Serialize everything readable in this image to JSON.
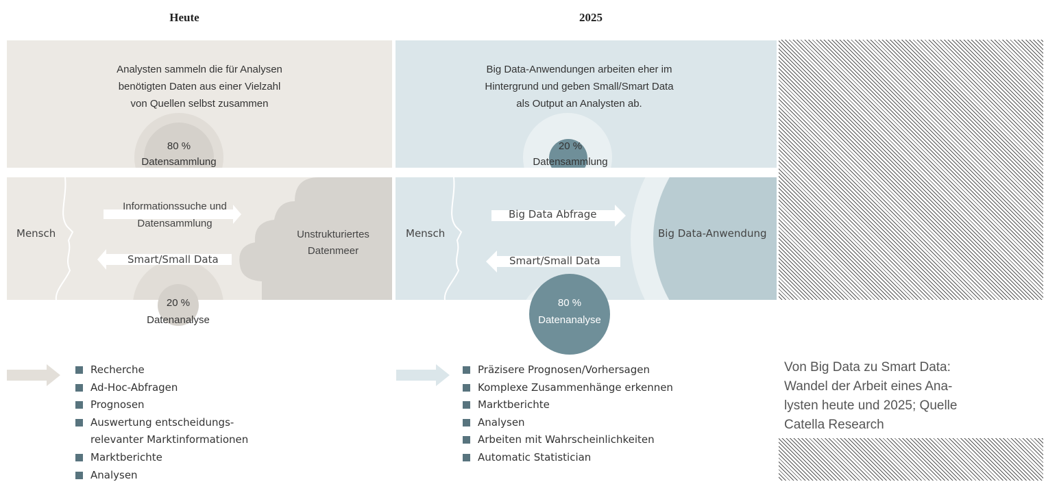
{
  "columns": {
    "left": {
      "title": "Heute",
      "top_text": [
        "Analysten sammeln die für Analysen",
        "benötigten Daten aus einer Vielzahl",
        "von Quellen selbst zusammen"
      ],
      "top_circle": {
        "value": "80 %",
        "label": "Datensammlung"
      },
      "mensch": "Mensch",
      "arrow_right_label": [
        "Informationssuche und",
        "Datensammlung"
      ],
      "arrow_left_label": "Smart/Small Data",
      "target": [
        "Unstrukturiertes",
        "Datenmeer"
      ],
      "bottom_circle": {
        "value": "20 %",
        "label": "Datenanalyse"
      },
      "tasks": [
        "Recherche",
        "Ad-Hoc-Abfragen",
        "Prognosen",
        "Auswertung entscheidungs-",
        "relevanter Marktinformationen",
        "Marktberichte",
        "Analysen"
      ]
    },
    "right": {
      "title": "2025",
      "top_text": [
        "Big Data-Anwendungen arbeiten eher im",
        "Hintergrund und geben Small/Smart Data",
        "als Output an Analysten ab."
      ],
      "top_circle": {
        "value": "20 %",
        "label": "Datensammlung"
      },
      "mensch": "Mensch",
      "arrow_right_label": "Big Data Abfrage",
      "arrow_left_label": "Smart/Small Data",
      "target": "Big Data-Anwendung",
      "bottom_circle": {
        "value": "80 %",
        "label": "Datenanalyse"
      },
      "tasks": [
        "Präzisere Prognosen/Vorhersagen",
        "Komplexe Zusammenhänge erkennen",
        "Marktberichte",
        "Analysen",
        "Arbeiten mit Wahrscheinlichkeiten",
        "Automatic Statistician"
      ]
    }
  },
  "caption": [
    "Von Big Data zu Smart Data:",
    "Wandel der Arbeit eines Ana-",
    "lysten heute und 2025; Quelle",
    "Catella Research"
  ],
  "colors": {
    "left_panel": "#ece9e4",
    "right_panel": "#dbe6ea",
    "cloud": "#d6d3ce",
    "dark_teal": "#6f8f99",
    "bullet": "#58747e"
  }
}
